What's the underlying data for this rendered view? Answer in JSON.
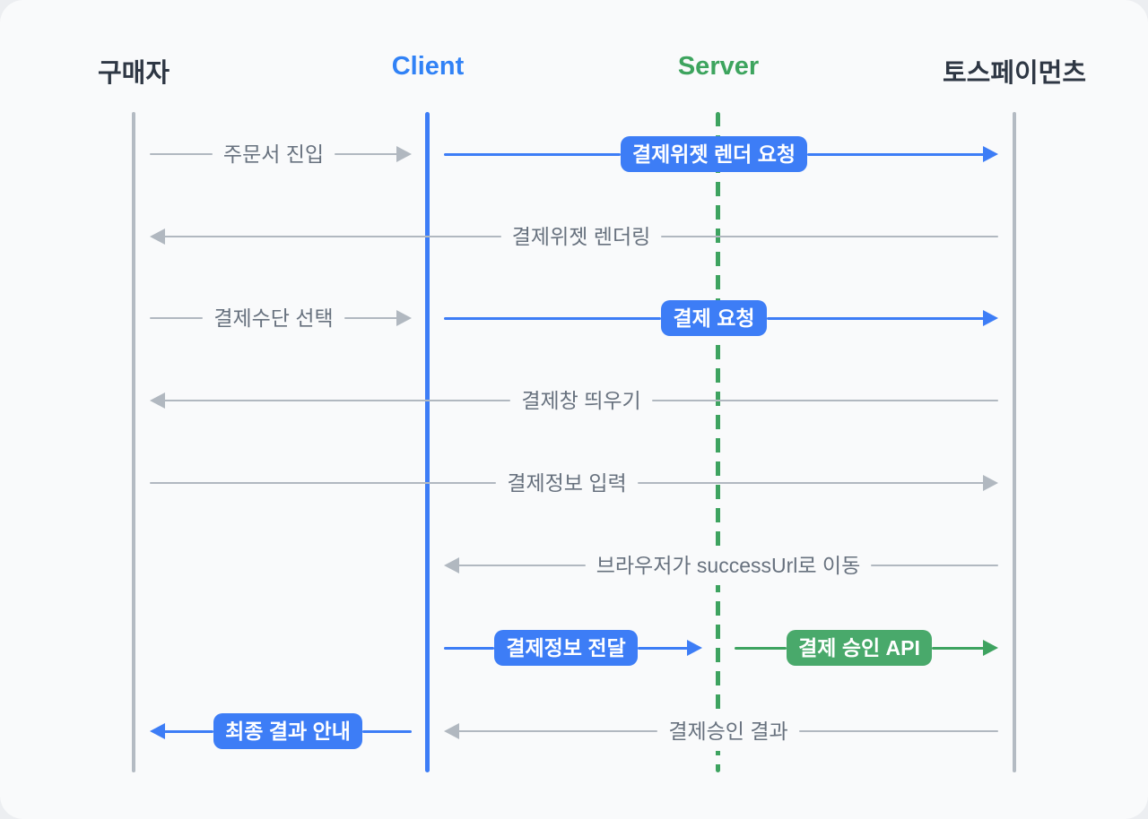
{
  "diagram": {
    "type": "sequence-diagram",
    "participants": [
      {
        "label": "구매자",
        "role": "buyer",
        "lifeline_style": "solid-gray",
        "color": "#2E3744"
      },
      {
        "label": "Client",
        "role": "client",
        "lifeline_style": "solid-blue",
        "color": "#3182F6"
      },
      {
        "label": "Server",
        "role": "server",
        "lifeline_style": "dashed-green",
        "color": "#3DA45E"
      },
      {
        "label": "토스페이먼츠",
        "role": "tosspayments",
        "lifeline_style": "solid-gray",
        "color": "#2E3744"
      }
    ],
    "messages": [
      {
        "label": "주문서 진입",
        "from": "구매자",
        "to": "Client",
        "direction": "right",
        "style": "plain-gray"
      },
      {
        "label": "결제위젯 렌더 요청",
        "from": "Client",
        "to": "토스페이먼츠",
        "direction": "right",
        "style": "blue-badge"
      },
      {
        "label": "결제위젯 렌더링",
        "from": "토스페이먼츠",
        "to": "구매자",
        "direction": "left",
        "style": "plain-gray"
      },
      {
        "label": "결제수단 선택",
        "from": "구매자",
        "to": "Client",
        "direction": "right",
        "style": "plain-gray"
      },
      {
        "label": "결제 요청",
        "from": "Client",
        "to": "토스페이먼츠",
        "direction": "right",
        "style": "blue-badge"
      },
      {
        "label": "결제창 띄우기",
        "from": "토스페이먼츠",
        "to": "구매자",
        "direction": "left",
        "style": "plain-gray"
      },
      {
        "label": "결제정보 입력",
        "from": "구매자",
        "to": "토스페이먼츠",
        "direction": "right",
        "style": "plain-gray"
      },
      {
        "label": "브라우저가 successUrl로 이동",
        "from": "토스페이먼츠",
        "to": "Client",
        "direction": "left",
        "style": "plain-gray"
      },
      {
        "label": "결제정보 전달",
        "from": "Client",
        "to": "Server",
        "direction": "right",
        "style": "blue-badge"
      },
      {
        "label": "결제 승인 API",
        "from": "Server",
        "to": "토스페이먼츠",
        "direction": "right",
        "style": "green-badge"
      },
      {
        "label": "최종 결과 안내",
        "from": "Client",
        "to": "구매자",
        "direction": "left",
        "style": "blue-badge"
      },
      {
        "label": "결제승인 결과",
        "from": "토스페이먼츠",
        "to": "Client",
        "direction": "left",
        "style": "plain-gray"
      }
    ],
    "colors": {
      "background": "#F9FAFB",
      "outer_background": "#ECEEF1",
      "accent_blue": "#3D7DF6",
      "accent_green": "#3EA360",
      "badge_green": "#49A96B",
      "neutral_gray_line": "#B1B8C0",
      "label_text": "#67717E",
      "dark_text": "#2E3744"
    }
  }
}
